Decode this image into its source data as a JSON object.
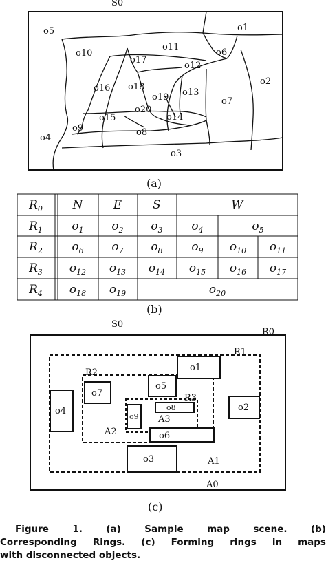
{
  "panel_a": {
    "scene_label": "S0",
    "subfigure_label": "(a)",
    "regions": [
      "o1",
      "o2",
      "o3",
      "o4",
      "o5",
      "o6",
      "o7",
      "o8",
      "o9",
      "o10",
      "o11",
      "o12",
      "o13",
      "o14",
      "o15",
      "o16",
      "o17",
      "o18",
      "o19",
      "o20"
    ]
  },
  "panel_b": {
    "subfigure_label": "(b)",
    "rows": [
      {
        "ring": "R",
        "idx": "0",
        "cells": [
          {
            "b": "N",
            "s": ""
          },
          {
            "b": "E",
            "s": ""
          },
          {
            "b": "S",
            "s": ""
          },
          {
            "b": "W",
            "s": ""
          }
        ]
      },
      {
        "ring": "R",
        "idx": "1",
        "cells": [
          {
            "b": "o",
            "s": "1"
          },
          {
            "b": "o",
            "s": "2"
          },
          {
            "b": "o",
            "s": "3"
          },
          {
            "b": "o",
            "s": "4"
          },
          {
            "b": "o",
            "s": "5"
          }
        ]
      },
      {
        "ring": "R",
        "idx": "2",
        "cells": [
          {
            "b": "o",
            "s": "6"
          },
          {
            "b": "o",
            "s": "7"
          },
          {
            "b": "o",
            "s": "8"
          },
          {
            "b": "o",
            "s": "9"
          },
          {
            "b": "o",
            "s": "10"
          },
          {
            "b": "o",
            "s": "11"
          }
        ]
      },
      {
        "ring": "R",
        "idx": "3",
        "cells": [
          {
            "b": "o",
            "s": "12"
          },
          {
            "b": "o",
            "s": "13"
          },
          {
            "b": "o",
            "s": "14"
          },
          {
            "b": "o",
            "s": "15"
          },
          {
            "b": "o",
            "s": "16"
          },
          {
            "b": "o",
            "s": "17"
          }
        ]
      },
      {
        "ring": "R",
        "idx": "4",
        "cells": [
          {
            "b": "o",
            "s": "18"
          },
          {
            "b": "o",
            "s": "19"
          },
          {
            "b": "o",
            "s": "20"
          }
        ]
      }
    ]
  },
  "panel_c": {
    "scene_label": "S0",
    "subfigure_label": "(c)",
    "rings": [
      "R0",
      "R1",
      "R2",
      "R3"
    ],
    "areas": [
      "A0",
      "A1",
      "A2",
      "A3"
    ],
    "objects": [
      "o1",
      "o2",
      "o3",
      "o4",
      "o5",
      "o6",
      "o7",
      "o8",
      "o9"
    ]
  },
  "caption": {
    "line1": [
      "Figure",
      "1.",
      "(a)",
      "Sample",
      "map",
      "scene.",
      "(b)"
    ],
    "line2": [
      "Corresponding",
      "Rings.",
      "(c)",
      "Forming",
      "rings",
      "in",
      "maps"
    ],
    "line3": "with disconnected objects."
  }
}
